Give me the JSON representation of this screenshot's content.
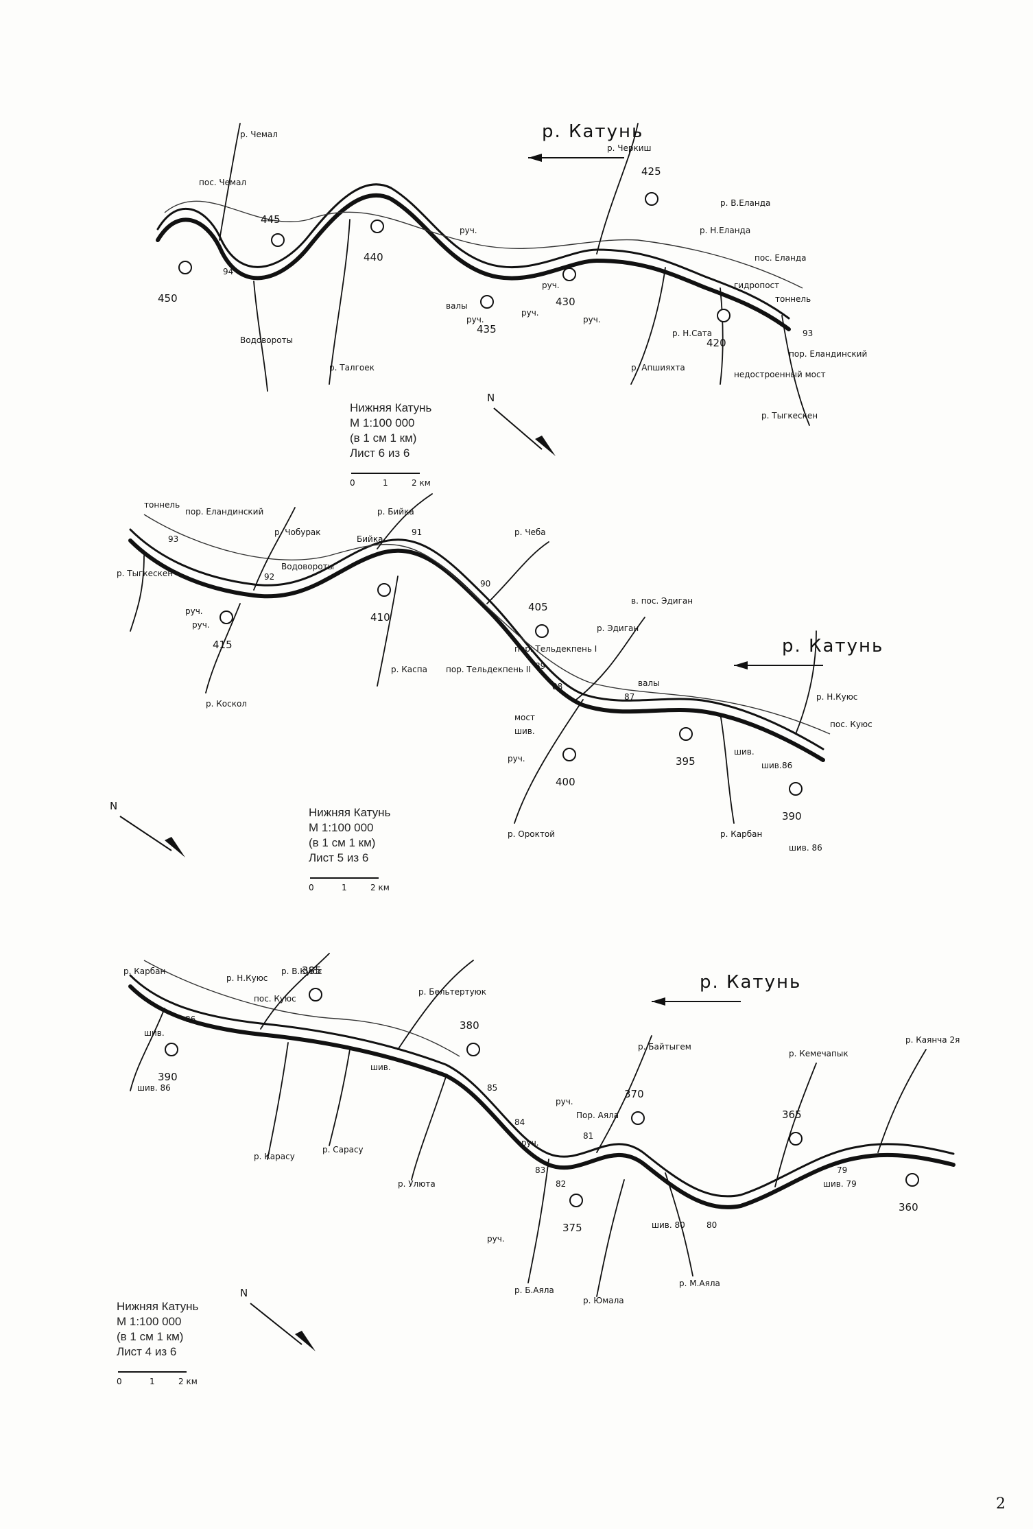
{
  "page_number": "2",
  "sheets": [
    {
      "id": "sheet6",
      "legend": [
        "Нижняя Катунь",
        "М 1:100 000",
        "(в 1 см 1 км)",
        "Лист 6 из 6"
      ],
      "scale": [
        "0",
        "1",
        "2 км"
      ],
      "north": "N",
      "river": "р. Катунь",
      "heights": [
        "450",
        "445",
        "440",
        "435",
        "430",
        "425",
        "420"
      ],
      "rapid_numbers": [
        "94",
        "93"
      ],
      "labels": [
        "пос. Чемал",
        "р. Чемал",
        "Водовороты",
        "р. Талгоек",
        "валы",
        "руч.",
        "руч.",
        "руч.",
        "руч.",
        "руч.",
        "р. Черкиш",
        "р. Апшияхта",
        "р. Н.Сата",
        "р. Н.Еланда",
        "р. В.Еланда",
        "гидропост",
        "пос. Еланда",
        "недостроенный мост",
        "тоннель",
        "пор. Еландинский",
        "р. Тыгкескен"
      ]
    },
    {
      "id": "sheet5",
      "legend": [
        "Нижняя Катунь",
        "М 1:100 000",
        "(в 1 см 1 км)",
        "Лист 5 из 6"
      ],
      "scale": [
        "0",
        "1",
        "2 км"
      ],
      "north": "N",
      "river": "р. Катунь",
      "heights": [
        "415",
        "410",
        "405",
        "400",
        "395",
        "390"
      ],
      "rapid_numbers": [
        "93",
        "92",
        "91",
        "90",
        "89",
        "88",
        "87",
        "86"
      ],
      "labels": [
        "тоннель",
        "пор. Еландинский",
        "р. Тыгкескен",
        "руч.",
        "руч.",
        "р. Чобурак",
        "Водовороты",
        "р. Коскол",
        "Бийка",
        "р. Бийка",
        "р. Каспа",
        "р. Чеба",
        "пор. Тельдекпень I",
        "пор. Тельдекпень II",
        "мост",
        "шив.",
        "руч.",
        "р. Эдиган",
        "в. пос. Эдиган",
        "валы",
        "р. Ороктой",
        "р. Карбан",
        "шив.",
        "шив.",
        "шив. 86",
        "р. Н.Куюс",
        "пос. Куюс"
      ]
    },
    {
      "id": "sheet4",
      "legend": [
        "Нижняя Катунь",
        "М 1:100 000",
        "(в 1 см 1 км)",
        "Лист 4 из 6"
      ],
      "scale": [
        "0",
        "1",
        "2 км"
      ],
      "north": "N",
      "river": "р. Катунь",
      "heights": [
        "390",
        "385",
        "380",
        "375",
        "370",
        "365",
        "360"
      ],
      "rapid_numbers": [
        "86",
        "85",
        "84",
        "83",
        "82",
        "81",
        "80",
        "79"
      ],
      "labels": [
        "р. Карбан",
        "шив.",
        "шив. 86",
        "р. Н.Куюс",
        "пос. Куюс",
        "р. В.Куюс",
        "р. Карасу",
        "р. Сарасу",
        "шив.",
        "р. Бельтертуюк",
        "р. Улюта",
        "руч.",
        "руч.",
        "руч.",
        "Пор. Аяла",
        "р. Б.Аяла",
        "р. Юмала",
        "р. Байтыгем",
        "р. М.Аяла",
        "шив. 80",
        "р. Кемечапык",
        "шив. 79",
        "р. Каянча 2я"
      ]
    }
  ]
}
